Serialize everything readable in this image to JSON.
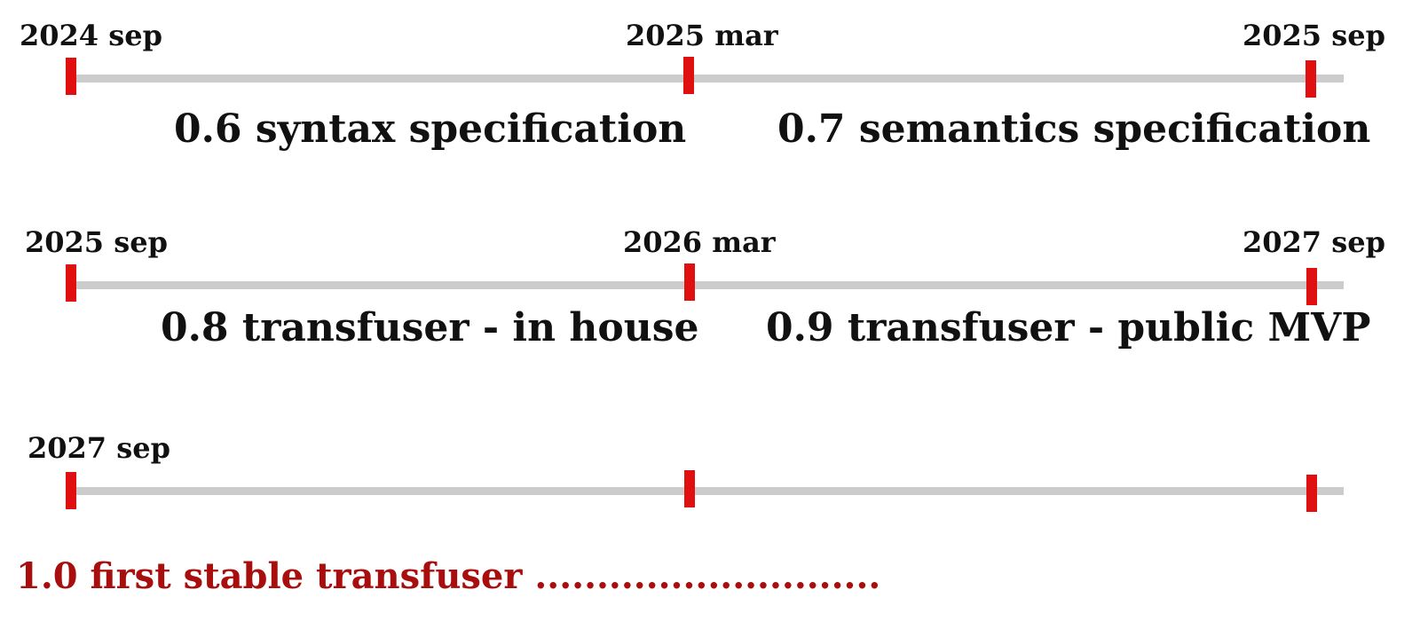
{
  "timeline_rows": [
    {
      "dates": [
        "2024 sep",
        "2025 mar",
        "2025 sep"
      ],
      "phases": [
        "0.6 syntax specification",
        "0.7 semantics specification"
      ]
    },
    {
      "dates": [
        "2025 sep",
        "2026 mar",
        "2027 sep"
      ],
      "phases": [
        "0.8 transfuser - in house",
        "0.9 transfuser - public MVP"
      ]
    },
    {
      "dates": [
        "2027 sep"
      ],
      "phases": []
    }
  ],
  "final_milestone": "1.0 first stable transfuser ............................",
  "colors": {
    "track": "#cccccc",
    "tick": "#e01010",
    "final_milestone_text": "#a80e0e",
    "text": "#111111"
  }
}
